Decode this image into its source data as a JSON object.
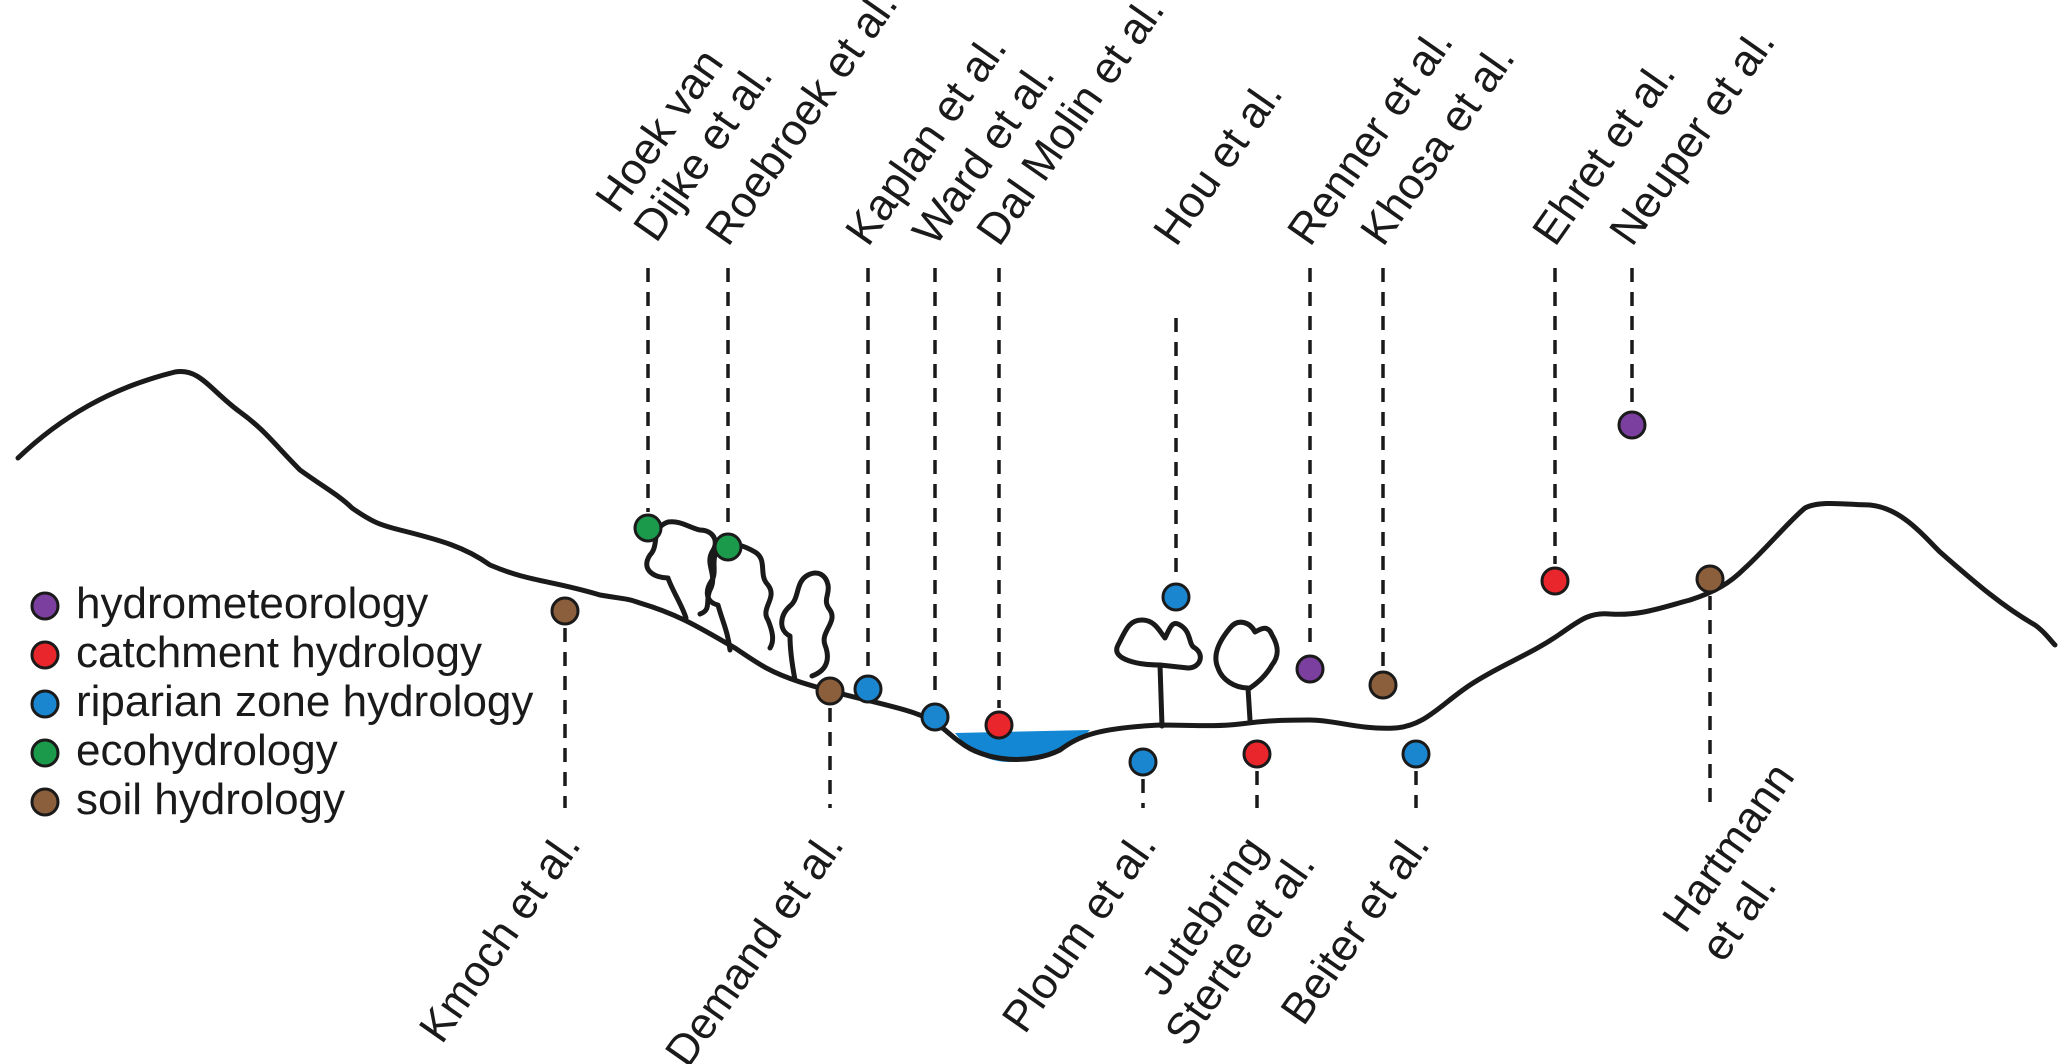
{
  "colors": {
    "hydrometeorology": "#7b3fa0",
    "catchment_hydrology": "#e8262b",
    "riparian_zone_hydrology": "#1a86d0",
    "ecohydrology": "#1b9a4b",
    "soil_hydrology": "#8b5e3c",
    "water": "#1487d4",
    "ink": "#1a1a1a"
  },
  "legend": [
    {
      "key": "hydrometeorology",
      "label": "hydrometeorology"
    },
    {
      "key": "catchment_hydrology",
      "label": "catchment hydrology"
    },
    {
      "key": "riparian_zone_hydrology",
      "label": "riparian zone hydrology"
    },
    {
      "key": "ecohydrology",
      "label": "ecohydrology"
    },
    {
      "key": "soil_hydrology",
      "label": "soil hydrology"
    }
  ],
  "studies": [
    {
      "id": "kmoch",
      "lines": [
        "Kmoch et al."
      ],
      "category": "soil_hydrology"
    },
    {
      "id": "hoek-van-dijke",
      "lines": [
        "Hoek van",
        "Dijke et al."
      ],
      "category": "ecohydrology"
    },
    {
      "id": "roebroek",
      "lines": [
        "Roebroek et al."
      ],
      "category": "ecohydrology"
    },
    {
      "id": "demand",
      "lines": [
        "Demand et al."
      ],
      "category": "soil_hydrology"
    },
    {
      "id": "kaplan",
      "lines": [
        "Kaplan et al."
      ],
      "category": "riparian_zone_hydrology"
    },
    {
      "id": "ward",
      "lines": [
        "Ward et al."
      ],
      "category": "riparian_zone_hydrology"
    },
    {
      "id": "dal-molin",
      "lines": [
        "Dal Molin et al."
      ],
      "category": "catchment_hydrology"
    },
    {
      "id": "hou",
      "lines": [
        "Hou et al."
      ],
      "category": "riparian_zone_hydrology"
    },
    {
      "id": "ploum",
      "lines": [
        "Ploum et al."
      ],
      "category": "riparian_zone_hydrology"
    },
    {
      "id": "jutebring-sterte",
      "lines": [
        "Jutebring",
        "Sterte et al."
      ],
      "category": "catchment_hydrology"
    },
    {
      "id": "renner",
      "lines": [
        "Renner et al."
      ],
      "category": "hydrometeorology"
    },
    {
      "id": "khosa",
      "lines": [
        "Khosa et al."
      ],
      "category": "soil_hydrology"
    },
    {
      "id": "beiter",
      "lines": [
        "Beiter et al."
      ],
      "category": "riparian_zone_hydrology"
    },
    {
      "id": "ehret",
      "lines": [
        "Ehret et al."
      ],
      "category": "catchment_hydrology"
    },
    {
      "id": "neuper",
      "lines": [
        "Neuper et al."
      ],
      "category": "hydrometeorology"
    },
    {
      "id": "hartmann",
      "lines": [
        "Hartmann",
        "et al."
      ],
      "category": "soil_hydrology"
    }
  ]
}
